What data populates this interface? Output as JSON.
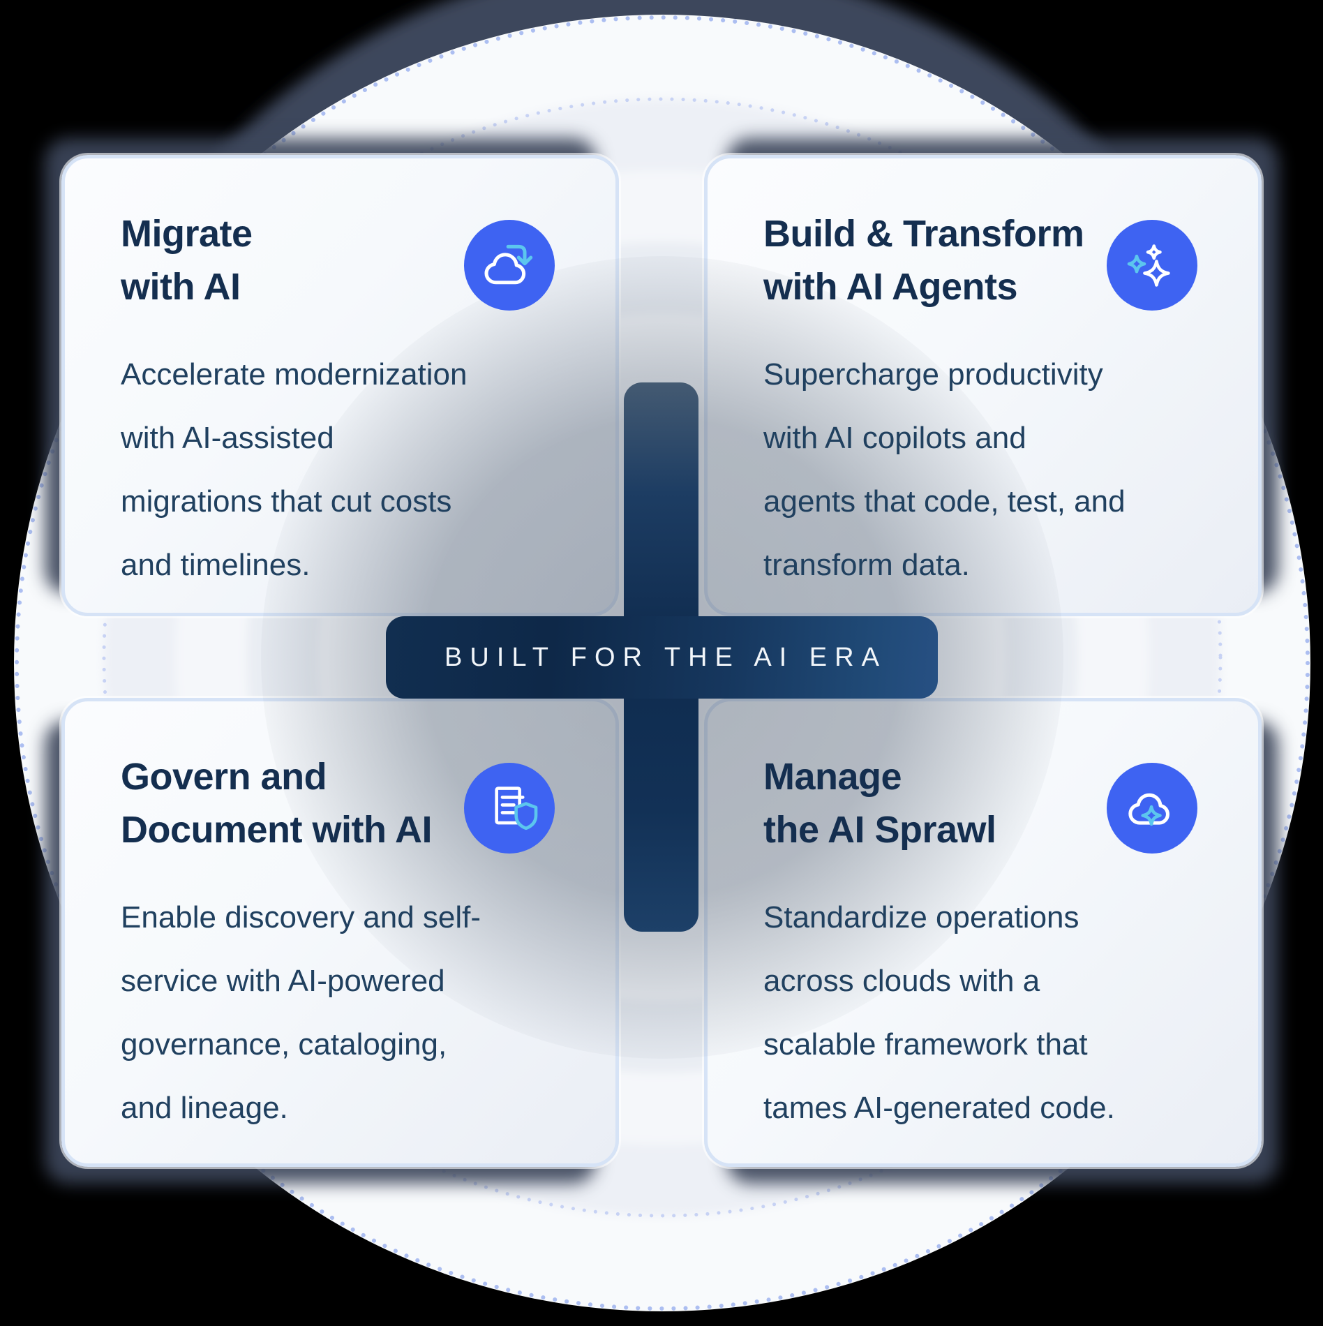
{
  "diagram": {
    "center_label": "BUILT FOR THE AI ERA",
    "cards": [
      {
        "key": "migrate-with-ai",
        "icon": "cloud-migrate-icon",
        "title_lines": [
          "Migrate",
          "with AI"
        ],
        "body_lines": [
          "Accelerate modernization",
          "with AI-assisted",
          "migrations that cut costs",
          "and timelines."
        ]
      },
      {
        "key": "build-transform-with-ai-agents",
        "icon": "ai-sparkles-icon",
        "title_lines": [
          "Build & Transform",
          "with AI Agents"
        ],
        "body_lines": [
          "Supercharge productivity",
          "with AI copilots and",
          "agents that code, test, and",
          "transform data."
        ]
      },
      {
        "key": "govern-and-document-with-ai",
        "icon": "document-shield-icon",
        "title_lines": [
          "Govern and",
          "Document with AI"
        ],
        "body_lines": [
          "Enable discovery and self-",
          "service with AI-powered",
          "governance, cataloging,",
          "and lineage."
        ]
      },
      {
        "key": "manage-the-ai-sprawl",
        "icon": "cloud-sparkle-icon",
        "title_lines": [
          "Manage",
          "the AI Sprawl"
        ],
        "body_lines": [
          "Standardize operations",
          "across clouds with a",
          "scalable framework that",
          "tames AI-generated code."
        ]
      }
    ],
    "colors": {
      "icon_circle_blue": "#3e63f2",
      "accent_cyan": "#5cc6ee",
      "title_navy": "#142e4f",
      "body_navy": "#20405f",
      "cross_navy": "#0f2b4e",
      "card_border": "#d6e3f6",
      "ring_dots": "#a8bbf0"
    }
  }
}
